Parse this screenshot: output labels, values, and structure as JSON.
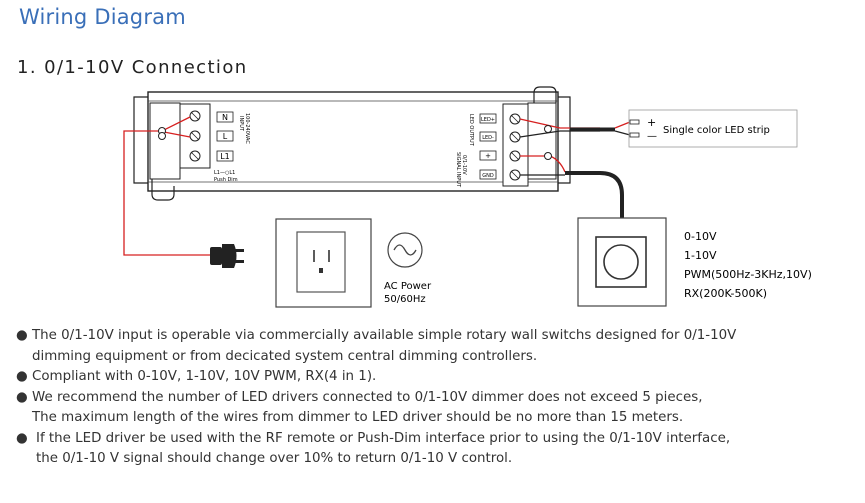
{
  "page_title": "Wiring Diagram",
  "section_title": "1. 0/1-10V Connection",
  "driver": {
    "input_label": "INPUT",
    "input_range": "100-240VAC",
    "terminals_left": [
      "N",
      "L",
      "L1"
    ],
    "push_dim_label": "L1—○L1",
    "push_dim_caption": "Push Dim",
    "output_label": "LED OUTPUT",
    "terminals_right_top": [
      "LED+",
      "LED-"
    ],
    "signal_label": "SIGNAL INPUT",
    "signal_range": "0/1-10V",
    "terminals_right_bottom": [
      "+",
      "GND"
    ]
  },
  "led_strip": {
    "plus": "+",
    "minus": "—",
    "label": "Single color LED strip"
  },
  "ac_power": {
    "line1": "AC Power",
    "line2": "50/60Hz"
  },
  "dimmer_modes": [
    "0-10V",
    "1-10V",
    "PWM(500Hz-3KHz,10V)",
    "RX(200K-500K)"
  ],
  "bullets": [
    {
      "lines": [
        "The 0/1-10V input is operable via commercially available simple rotary wall switchs designed for 0/1-10V",
        "dimming equipment or from decicated system central dimming controllers."
      ]
    },
    {
      "lines": [
        "Compliant with 0-10V, 1-10V, 10V PWM, RX(4 in 1)."
      ]
    },
    {
      "lines": [
        "We recommend the number of LED drivers connected to 0/1-10V dimmer does not exceed 5 pieces,",
        "The maximum length of the wires from dimmer to LED driver should be no more than 15 meters."
      ]
    },
    {
      "lines": [
        "If the LED driver be used with the RF remote or Push-Dim interface prior to using the 0/1-10V interface,",
        "the 0/1-10 V signal should change over 10% to return 0/1-10 V control."
      ]
    }
  ],
  "bullet_symbol": "●",
  "colors": {
    "title_blue": "#3a6fb8",
    "wire_red": "#d62020",
    "wire_black": "#1a1a1a"
  }
}
